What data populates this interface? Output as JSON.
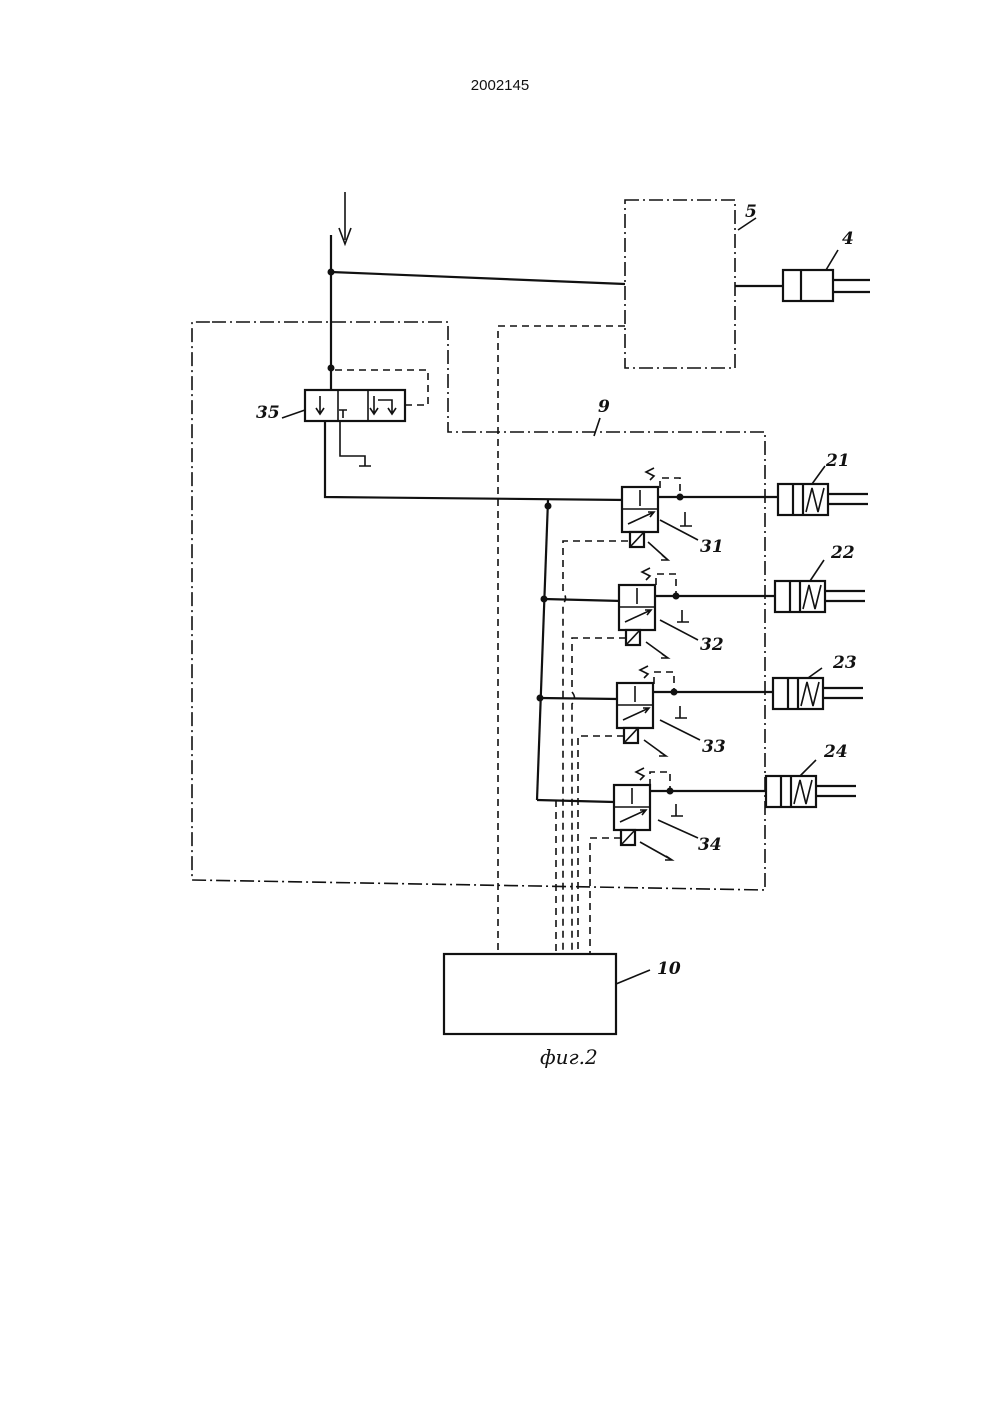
{
  "page_number": "2002145",
  "figure_caption": "фиг.2",
  "labels": {
    "block_5": "5",
    "cylinder_4": "4",
    "valve_35": "35",
    "line_9": "9",
    "cylinder_21": "21",
    "cylinder_22": "22",
    "cylinder_23": "23",
    "cylinder_24": "24",
    "valve_31": "31",
    "valve_32": "32",
    "valve_33": "33",
    "valve_34": "34",
    "controller_10": "10"
  }
}
